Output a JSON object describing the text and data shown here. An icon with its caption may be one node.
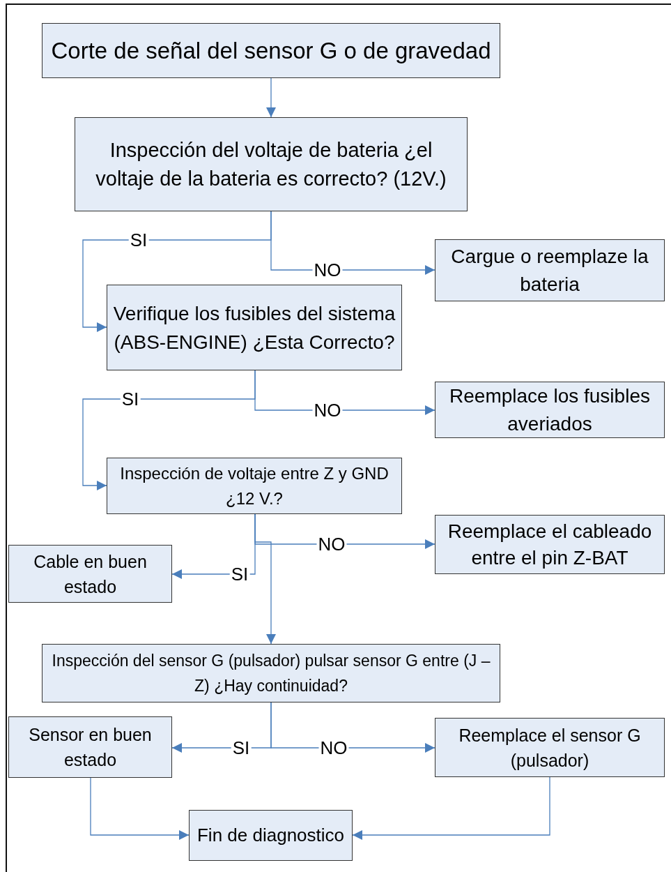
{
  "diagram": {
    "nodes": [
      {
        "text": [
          "Corte de señal del sensor G o de gravedad"
        ]
      },
      {
        "text": [
          "Inspección del voltaje de bateria ¿el voltaje de la bateria es correcto? (12V.)"
        ]
      },
      {
        "text": [
          "Cargue o reemplaze la bateria"
        ]
      },
      {
        "text": [
          "Verifique los fusibles del sistema (ABS-ENGINE) ¿Esta Correcto?"
        ]
      },
      {
        "text": [
          "Reemplace los fusibles averiados"
        ]
      },
      {
        "text": [
          "Inspección de voltaje entre Z y GND  ¿12 V.?"
        ]
      },
      {
        "text": [
          "Reemplace el cableado entre el pin Z-BAT"
        ]
      },
      {
        "text": [
          "Cable en buen estado"
        ]
      },
      {
        "text": [
          "Inspección del sensor G (pulsador) pulsar sensor G entre  (J – Z) ¿Hay continuidad?"
        ]
      },
      {
        "text": [
          "Sensor en buen estado"
        ]
      },
      {
        "text": [
          "Reemplace el sensor G (pulsador)"
        ]
      },
      {
        "text": [
          "Fin de diagnostico"
        ]
      }
    ],
    "edges": [
      {
        "from": 0,
        "to": 1,
        "arrow": "to"
      },
      {
        "from": 1,
        "to": 3,
        "arrow": "to",
        "label": "SI"
      },
      {
        "from": 1,
        "to": 2,
        "arrow": "to",
        "label": "NO"
      },
      {
        "from": 3,
        "to": 5,
        "arrow": "to",
        "label": "SI"
      },
      {
        "from": 3,
        "to": 4,
        "arrow": "to",
        "label": "NO"
      },
      {
        "from": 5,
        "to": 6,
        "arrow": "to",
        "label": "NO"
      },
      {
        "from": 5,
        "to": 7,
        "arrow": "to",
        "label": "SI"
      },
      {
        "from": 5,
        "to": 8,
        "arrow": "to"
      },
      {
        "from": 8,
        "to": 9,
        "arrow": "to",
        "label": "SI"
      },
      {
        "from": 8,
        "to": 10,
        "arrow": "to",
        "label": "NO"
      },
      {
        "from": 9,
        "to": 11,
        "arrow": "to"
      },
      {
        "from": 10,
        "to": 11,
        "arrow": "to"
      }
    ]
  }
}
